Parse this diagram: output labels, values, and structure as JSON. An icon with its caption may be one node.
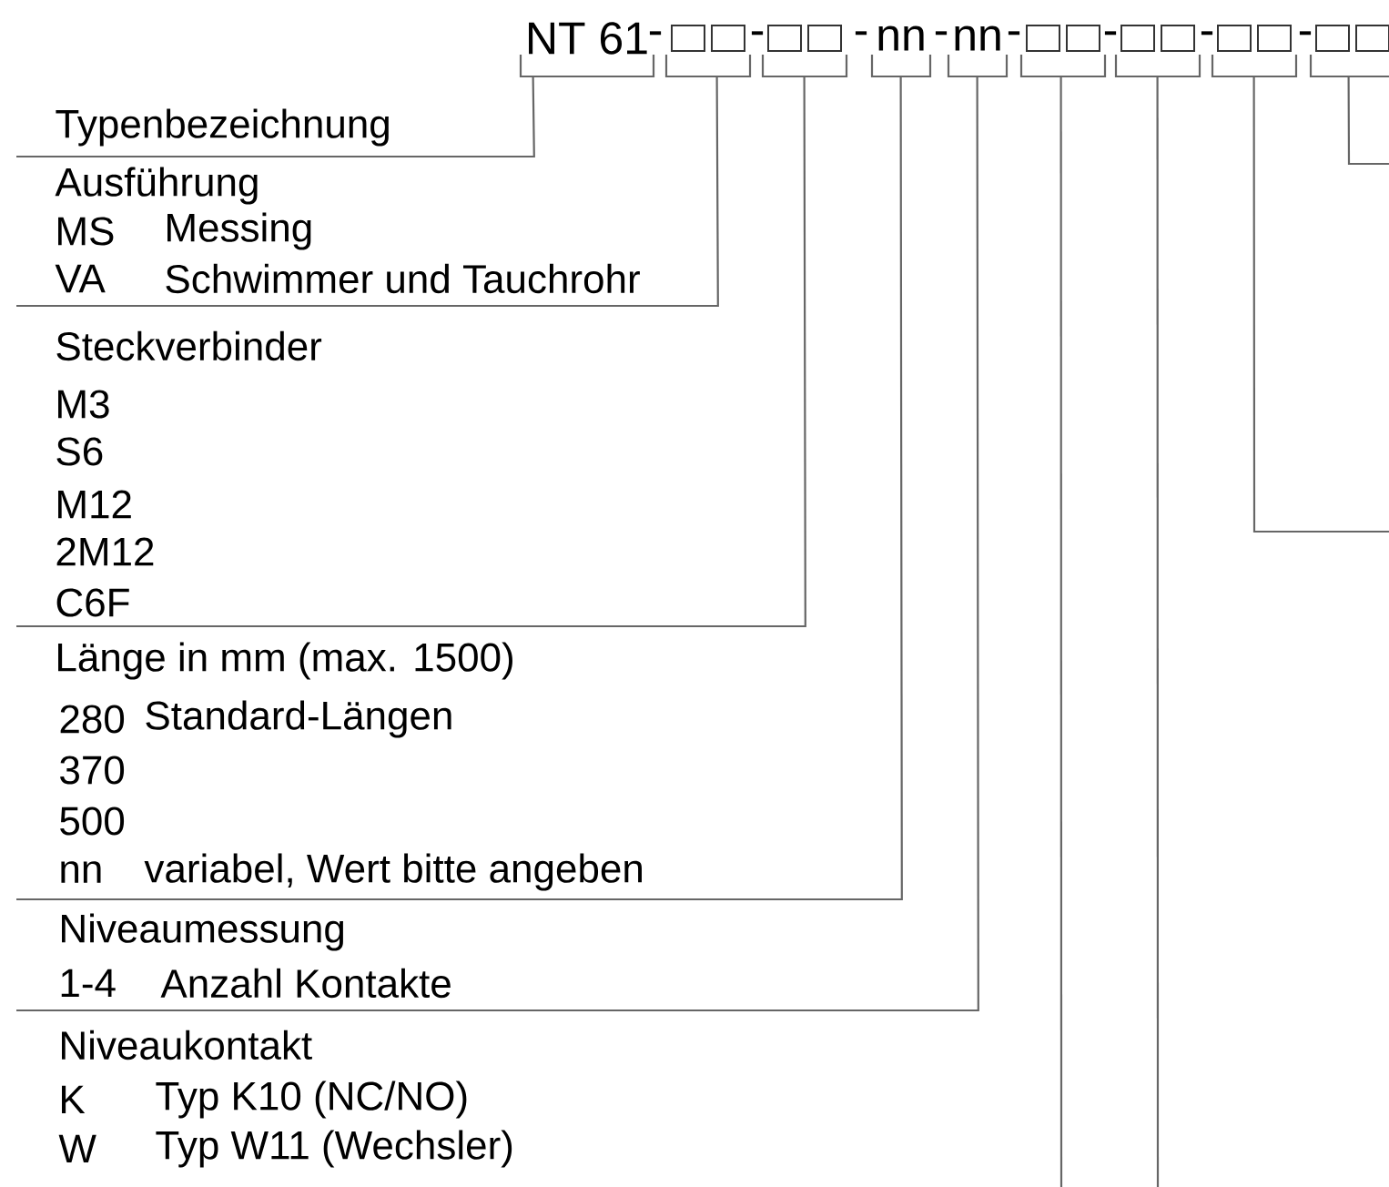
{
  "diagram": {
    "nodes": [
      {
        "text": [
          "NT 61"
        ]
      },
      {
        "text": [],
        "shape": "box"
      },
      {
        "text": [],
        "shape": "box"
      },
      {
        "text": [
          "nn"
        ]
      },
      {
        "text": [
          "nn"
        ]
      },
      {
        "text": [],
        "shape": "box"
      },
      {
        "text": [],
        "shape": "box"
      },
      {
        "text": [],
        "shape": "box"
      },
      {
        "text": [],
        "shape": "box"
      },
      {
        "text": [
          "Typenbezeichnung"
        ]
      },
      {
        "text": [
          "Ausführung",
          "MS",
          "Messing",
          "VA",
          "Schwimmer und Tauchrohr"
        ]
      },
      {
        "text": [
          "Steckverbinder",
          "M3",
          "S6",
          "M12",
          "2M12",
          "C6F"
        ]
      },
      {
        "text": [
          "Länge in mm (max. 1500)",
          "280",
          "Standard-Längen",
          "370",
          "500",
          "nn",
          "variabel, Wert bitte angeben"
        ]
      },
      {
        "text": [
          "Niveaumessung",
          "1-4",
          "Anzahl Kontakte"
        ]
      },
      {
        "text": [
          "Niveaukontakt",
          "K",
          "Typ K10 (NC/NO)",
          "W",
          "Typ W11 (Wechsler)"
        ]
      }
    ],
    "edges": [
      {
        "from": 0,
        "to": 9,
        "arrow": "none"
      },
      {
        "from": 1,
        "to": 10,
        "arrow": "none"
      },
      {
        "from": 2,
        "to": 11,
        "arrow": "none"
      },
      {
        "from": 3,
        "to": 12,
        "arrow": "none"
      },
      {
        "from": 4,
        "to": 13,
        "arrow": "none"
      },
      {
        "from": 5,
        "to": null,
        "arrow": "none"
      },
      {
        "from": 6,
        "to": null,
        "arrow": "none"
      },
      {
        "from": 7,
        "to": null,
        "arrow": "none"
      },
      {
        "from": 8,
        "to": null,
        "arrow": "none"
      }
    ],
    "labels": [
      "-",
      "-",
      "-",
      "-",
      "-",
      "-",
      "-",
      "-"
    ]
  }
}
